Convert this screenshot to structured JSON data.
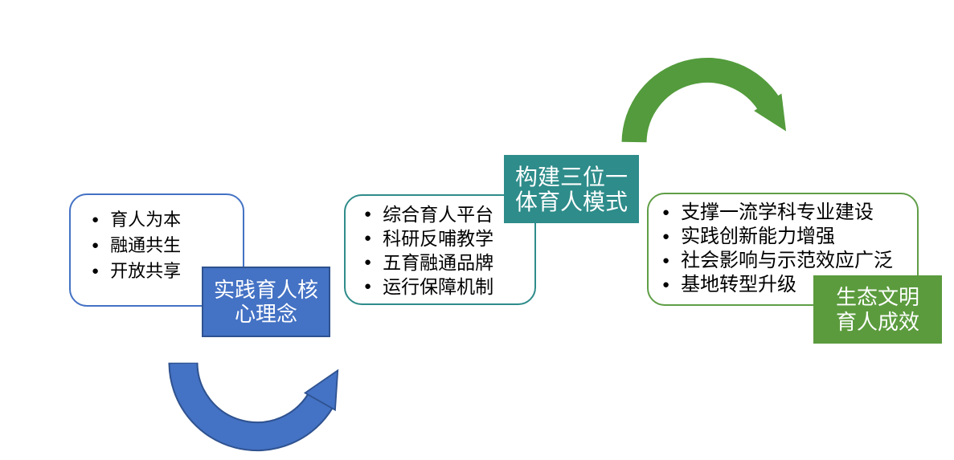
{
  "diagram": {
    "bullet_glyph": "●",
    "stages": [
      {
        "box_items": [
          "育人为本",
          "融通共生",
          "开放共享"
        ],
        "label_lines": [
          "实践育人核",
          "心理念"
        ],
        "box_border_color": "#4472C4",
        "label_bg_color": "#4472C4",
        "label_border_color": "#2F528F",
        "label_text_color": "#FFFFFF"
      },
      {
        "box_items": [
          "综合育人平台",
          "科研反哺教学",
          "五育融通品牌",
          "运行保障机制"
        ],
        "label_lines": [
          "构建三位一",
          "体育人模式"
        ],
        "box_border_color": "#2E8C8A",
        "label_bg_color": "#2E8C8A",
        "label_text_color": "#FFFFFF"
      },
      {
        "box_items": [
          "支撑一流学科专业建设",
          "实践创新能力增强",
          "社会影响与示范效应广泛",
          "基地转型升级"
        ],
        "label_lines": [
          "生态文明",
          "育人成效"
        ],
        "box_border_color": "#5F9E46",
        "label_bg_color": "#5B9B3D",
        "label_text_color": "#FFFFFF"
      }
    ],
    "arrows": [
      {
        "shape": "u-curve",
        "points": "up-right",
        "fill": "#4472C4",
        "outline": "#2F528F"
      },
      {
        "shape": "arch-curve",
        "points": "down-right",
        "fill": "#539B3C"
      }
    ]
  }
}
